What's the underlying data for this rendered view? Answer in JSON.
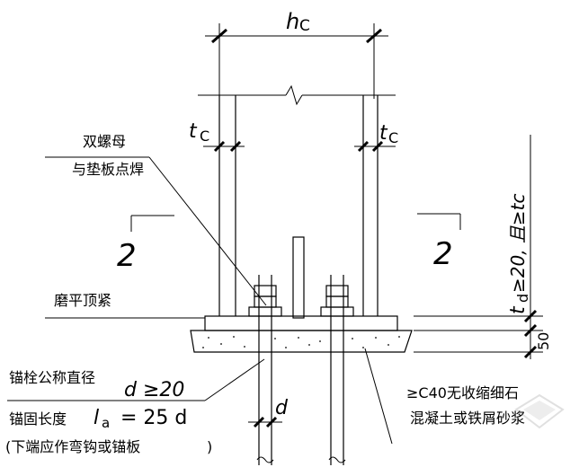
{
  "labels": {
    "hc": "h",
    "hc_sub": "C",
    "tc_left_t": "t",
    "tc_left_sub": "C",
    "tc_right_t": "t",
    "tc_right_sub": "C",
    "double_nut_1": "双螺母",
    "double_nut_2": "与垫板点焊",
    "section_left": "2",
    "section_right": "2",
    "grind": "磨平顶紧",
    "td_condition": "t",
    "td_sub": "d",
    "td_rest": "≥20, 且≥tc",
    "dim_50": "50",
    "anchor_dia_label": "锚栓公称直径",
    "anchor_dia_value": "d ≥20",
    "anchor_len_label": "锚固长度",
    "anchor_len_value": "l",
    "anchor_len_sub": "a",
    "anchor_len_rest": "= 25 d",
    "bend_note": "(下端应作弯钩或锚板",
    "bend_close": ")",
    "d_label": "d",
    "grout_1": "≥C40无收缩细石",
    "grout_2": "混凝土或铁屑砂浆"
  }
}
